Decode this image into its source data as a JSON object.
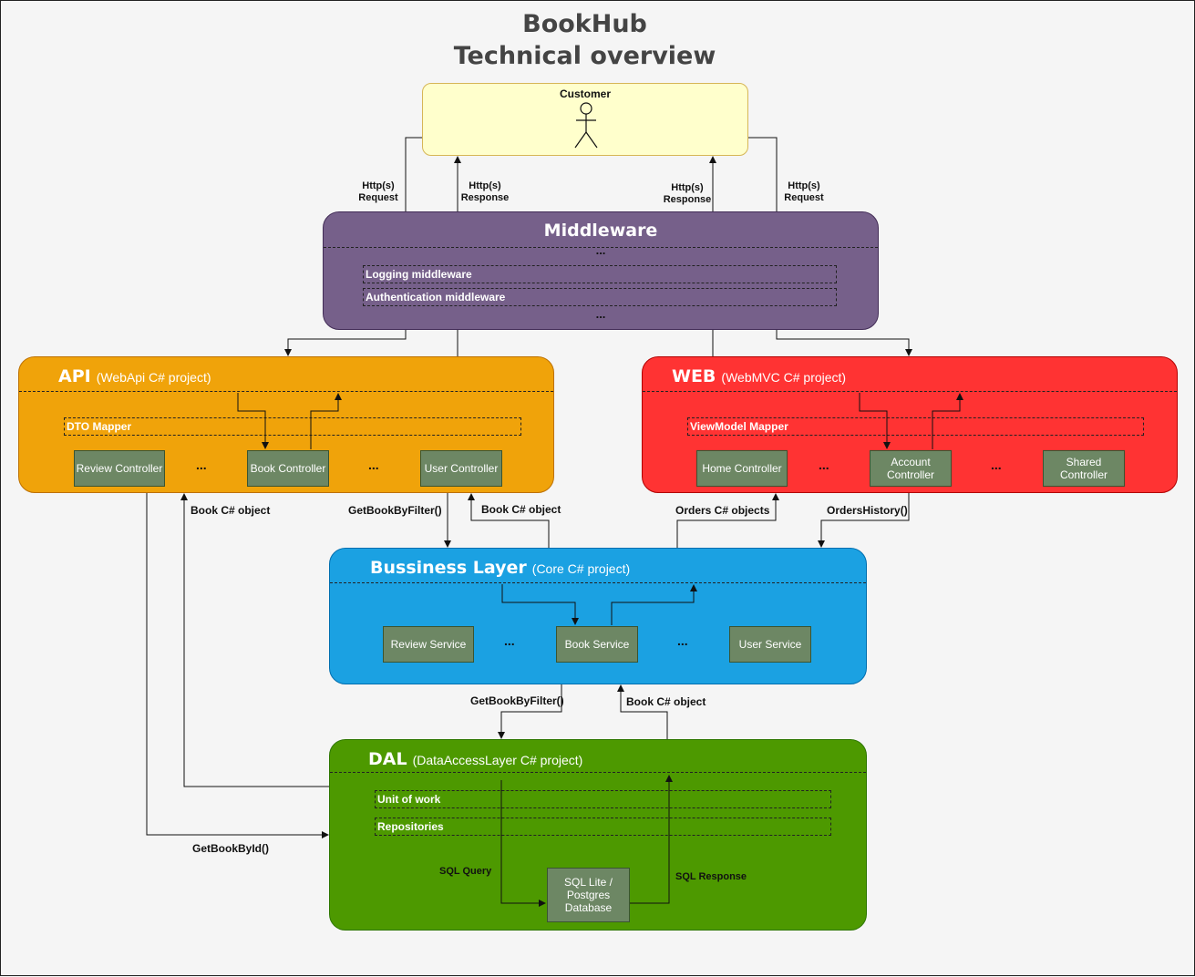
{
  "title": {
    "line1": "BookHub",
    "line2": "Technical overview"
  },
  "customer": {
    "label": "Customer"
  },
  "middleware": {
    "title": "Middleware",
    "ellipsis_top": "...",
    "items": [
      "Logging middleware",
      "Authentication middleware"
    ],
    "ellipsis_bottom": "..."
  },
  "api": {
    "title": "API",
    "subtitle": "(WebApi C# project)",
    "mapper": "DTO Mapper",
    "controllers": [
      "Review Controller",
      "Book Controller",
      "User Controller"
    ],
    "ellipsis": "..."
  },
  "web": {
    "title": "WEB",
    "subtitle": "(WebMVC C# project)",
    "mapper": "ViewModel Mapper",
    "controllers": [
      "Home Controller",
      "Account\nController",
      "Shared\nController"
    ],
    "ellipsis": "..."
  },
  "business": {
    "title": "Bussiness Layer",
    "subtitle": "(Core C# project)",
    "services": [
      "Review Service",
      "Book Service",
      "User Service"
    ],
    "ellipsis": "..."
  },
  "dal": {
    "title": "DAL",
    "subtitle": "(DataAccessLayer C# project)",
    "items": [
      "Unit of work",
      "Repositories"
    ],
    "database": "SQL Lite /\nPostgres\nDatabase"
  },
  "edge_labels": {
    "http_request_left": "Http(s)\nRequest",
    "http_response_left": "Http(s)\nResponse",
    "http_response_right": "Http(s)\nResponse",
    "http_request_right": "Http(s)\nRequest",
    "api_book_object_left": "Book C# object",
    "api_get_book_by_filter": "GetBookByFilter()",
    "api_book_object_right": "Book C# object",
    "web_orders_objects": "Orders C# objects",
    "web_orders_history": "OrdersHistory()",
    "dal_get_book_by_filter": "GetBookByFilter()",
    "dal_book_object": "Book C# object",
    "get_book_by_id": "GetBookById()",
    "sql_query": "SQL Query",
    "sql_response": "SQL Response"
  },
  "colors": {
    "background": "#f5f5f5",
    "customer_fill": "#ffffcc",
    "customer_border": "#d6b656",
    "middleware_fill": "#76608a",
    "api_fill": "#f0a30a",
    "web_fill": "#ff3333",
    "business_fill": "#1ba1e2",
    "dal_fill": "#4d9900",
    "node_fill": "#6d8764",
    "line": "#111111"
  },
  "icons": {
    "customer": "person-icon"
  }
}
